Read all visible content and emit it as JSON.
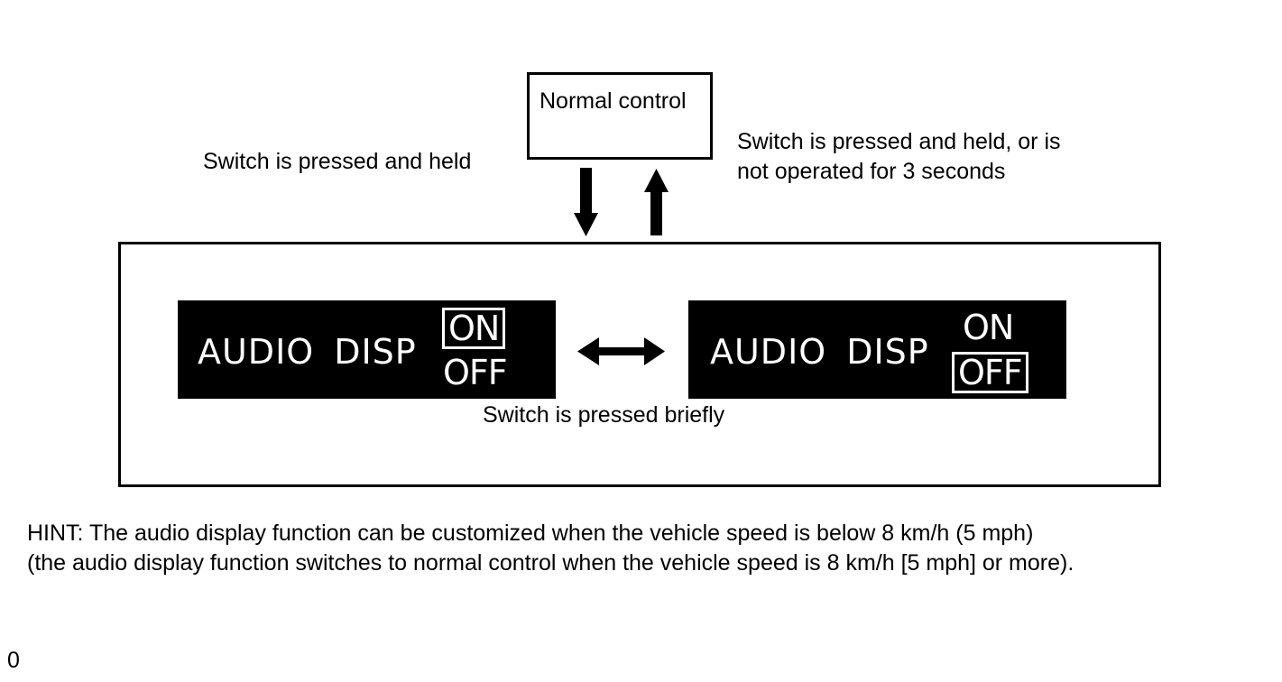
{
  "normal_control": {
    "label": "Normal control"
  },
  "transitions": {
    "to_mode": "Switch is pressed and held",
    "to_normal": [
      "Switch is pressed and held, or is",
      "not operated for 3 seconds"
    ],
    "toggle": "Switch is pressed briefly"
  },
  "displays": [
    {
      "label1": "AUDIO",
      "label2": "DISP",
      "on": "ON",
      "off": "OFF",
      "selected": "ON"
    },
    {
      "label1": "AUDIO",
      "label2": "DISP",
      "on": "ON",
      "off": "OFF",
      "selected": "OFF"
    }
  ],
  "hint": [
    "HINT: The audio display function can be customized when the vehicle speed is below 8 km/h (5 mph)",
    "(the audio display function switches to normal control when the vehicle speed is 8 km/h [5 mph] or more)."
  ],
  "corner_mark": "0"
}
